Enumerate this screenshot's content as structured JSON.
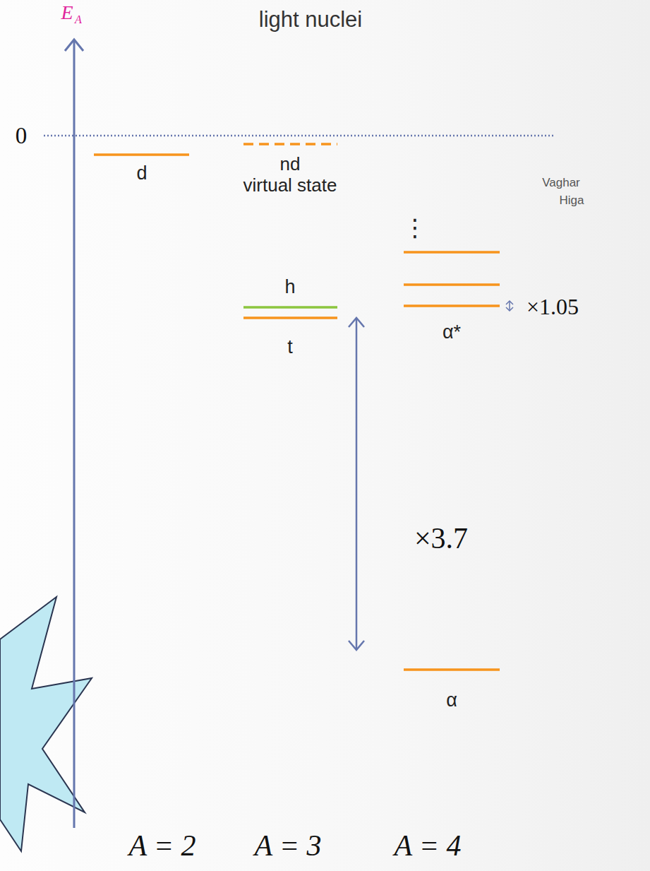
{
  "diagram": {
    "title": "light nuclei",
    "labels": [
      "E",
      "A",
      "0",
      "d",
      "nd",
      "virtual state",
      "⋮",
      "Vaghar",
      "Higa",
      "h",
      "t",
      "×1.05",
      "α*",
      "×3.7",
      "α",
      "A = 2",
      "A = 3",
      "A = 4"
    ]
  }
}
